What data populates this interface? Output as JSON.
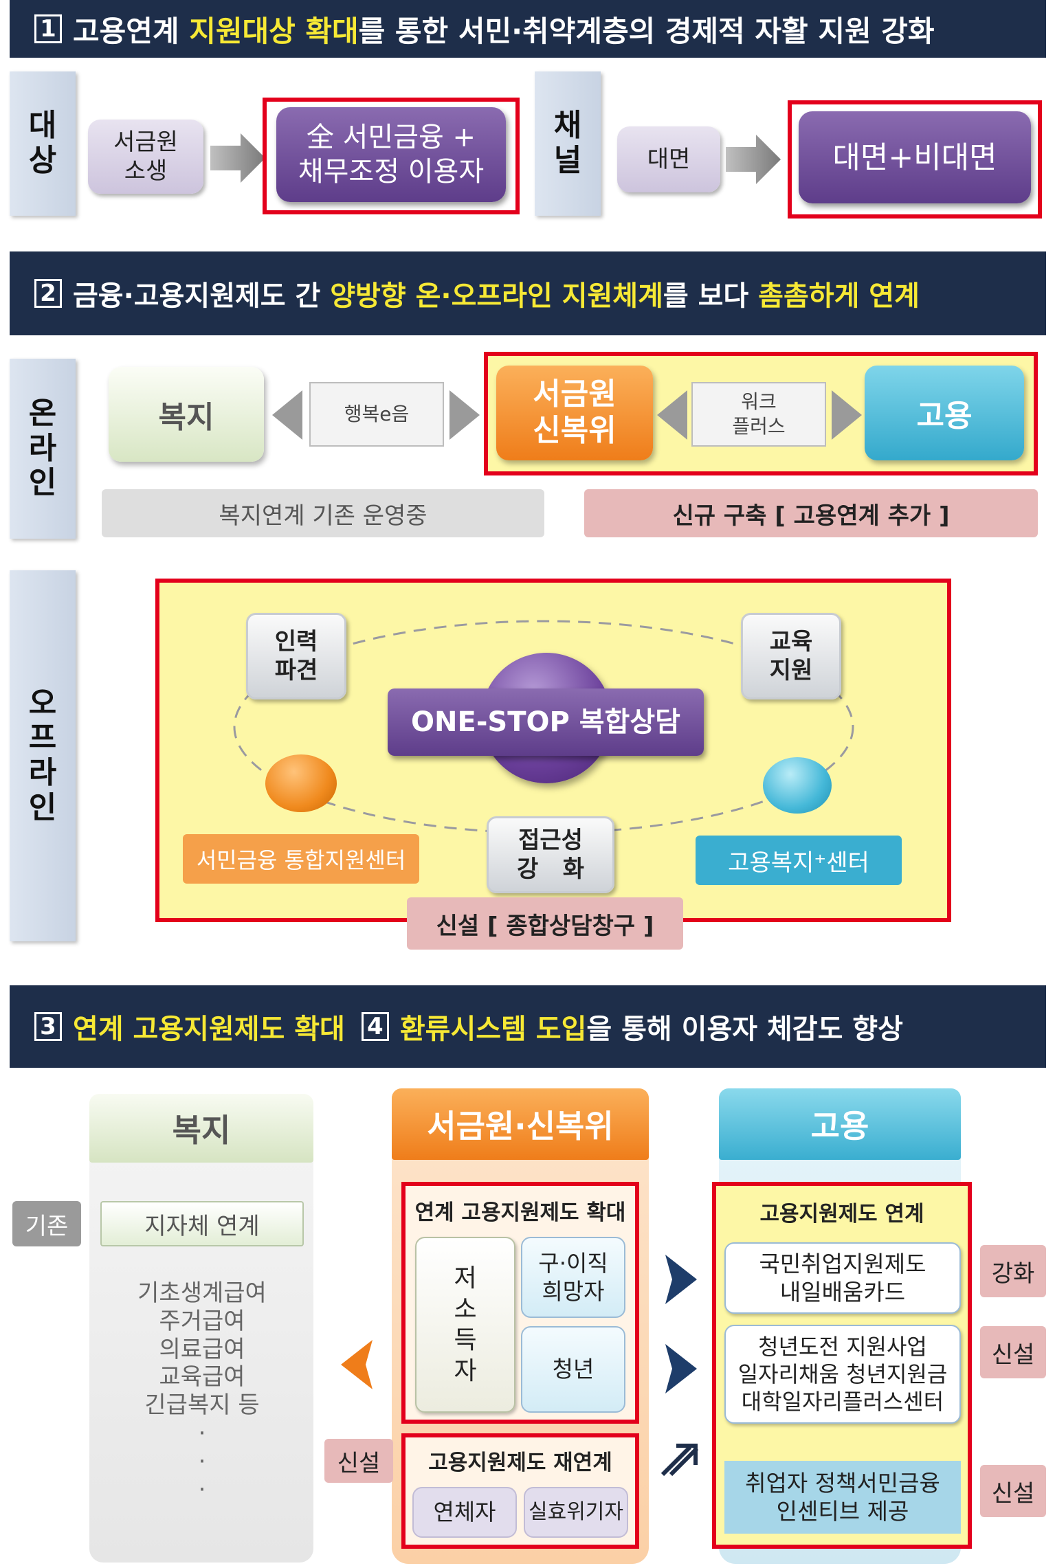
{
  "section1": {
    "num": "1",
    "title_a": "고용연계 ",
    "title_b": "지원대상 확대",
    "title_c": "를 통한 서민·취약계층의 경제적 자활 지원 강화",
    "target_label": "대\n상",
    "target_before": "서금원\n소생",
    "target_after": "全 서민금융 +\n채무조정 이용자",
    "channel_label": "채\n널",
    "channel_before": "대면",
    "channel_after": "대면+비대면"
  },
  "section2": {
    "num": "2",
    "title_a": "금융·고용지원제도 간 ",
    "title_b": "양방향 온·오프라인 지원체계",
    "title_c": "를 보다 ",
    "title_d": "촘촘하게 연계",
    "online_label": "온\n라\n인",
    "welfare": "복지",
    "happy_e": "행복e음",
    "center": "서금원\n신복위",
    "worknet": "워크\n플러스",
    "employment": "고용",
    "existing_note": "복지연계 기존 운영중",
    "new_note": "신규 구축 [ 고용연계 추가 ]",
    "offline_label": "오\n프\n라\n인",
    "hr_dispatch": "인력\n파견",
    "edu_support": "교육\n지원",
    "one_stop": "ONE-STOP 복합상담",
    "access": "접근성\n강   화",
    "finance_center": "서민금융 통합지원센터",
    "employ_center": "고용복지⁺센터",
    "new_counter": "신설 [ 종합상담창구 ]"
  },
  "section3": {
    "num3": "3",
    "title_a": "연계 고용지원제도 확대",
    "num4": "4",
    "title_b": "환류시스템 도입",
    "title_c": "을 통해 이용자 체감도 향상",
    "col_welfare": "복지",
    "col_center": "서금원·신복위",
    "col_employ": "고용",
    "existing_tag": "기존",
    "local_gov": "지자체 연계",
    "welfare_list": "기초생계급여\n주거급여\n의료급여\n교육급여\n긴급복지 등\n·\n·\n·",
    "expand_title": "연계 고용지원제도 확대",
    "low_income": "저\n소\n득\n자",
    "job_seeker": "구·이직\n희망자",
    "youth": "청년",
    "new_tag_left": "신설",
    "relink_title": "고용지원제도 재연계",
    "delinquent": "연체자",
    "tight": "실효위기자",
    "employ_link_title": "고용지원제도 연계",
    "employ_item1": "국민취업지원제도\n내일배움카드",
    "employ_item2": "청년도전 지원사업\n일자리채움 청년지원금\n대학일자리플러스센터",
    "employ_item3": "취업자 정책서민금융\n인센티브 제공",
    "tag_strengthen": "강화",
    "tag_new1": "신설",
    "tag_new2": "신설"
  },
  "colors": {
    "banner": "#1e2e4a",
    "highlight": "#f7e935",
    "red": "#e3001b",
    "purple": "#5e3d8a",
    "orange": "#ef7d1a",
    "blue": "#34a9cc"
  }
}
